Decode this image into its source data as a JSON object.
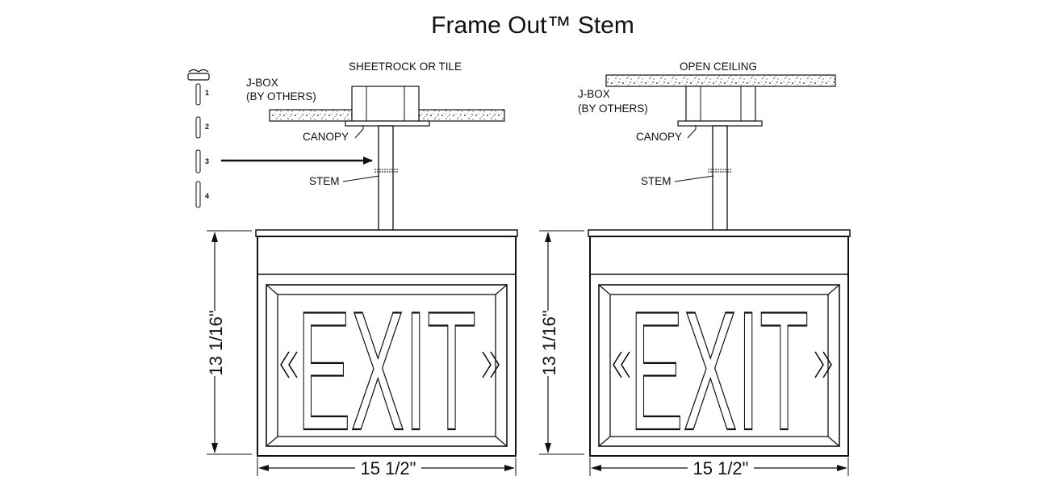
{
  "title": "Frame Out™ Stem",
  "icons": [
    "canopy-icon",
    "stem-segment-icon"
  ],
  "steps": [
    "1",
    "2",
    "3",
    "4"
  ],
  "left": {
    "ceiling_label": "SHEETROCK OR TILE",
    "jbox_line1": "J-BOX",
    "jbox_line2": "(BY OTHERS)",
    "canopy_label": "CANOPY",
    "stem_label": "STEM",
    "sign_text": "EXIT",
    "height_dim": "13 1/16\"",
    "width_dim": "15 1/2\""
  },
  "right": {
    "ceiling_label": "OPEN CEILING",
    "jbox_line1": "J-BOX",
    "jbox_line2": "(BY OTHERS)",
    "canopy_label": "CANOPY",
    "stem_label": "STEM",
    "sign_text": "EXIT",
    "height_dim": "13 1/16\"",
    "width_dim": "15 1/2\""
  },
  "colors": {
    "line": "#111111",
    "background": "#ffffff"
  }
}
